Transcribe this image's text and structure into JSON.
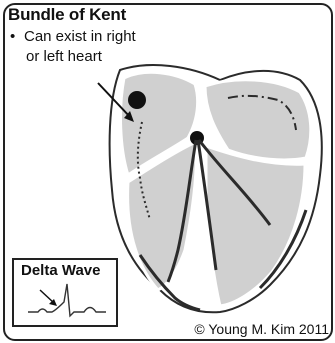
{
  "diagram": {
    "title": "Bundle of Kent",
    "bullet_line1": "Can exist in right",
    "bullet_line2": "or left heart",
    "inset_title": "Delta Wave",
    "credit": "© Young M. Kim 2011"
  },
  "colors": {
    "chamber_fill": "#d0d0d0",
    "outline": "#2b2b2b",
    "node": "#111111"
  }
}
